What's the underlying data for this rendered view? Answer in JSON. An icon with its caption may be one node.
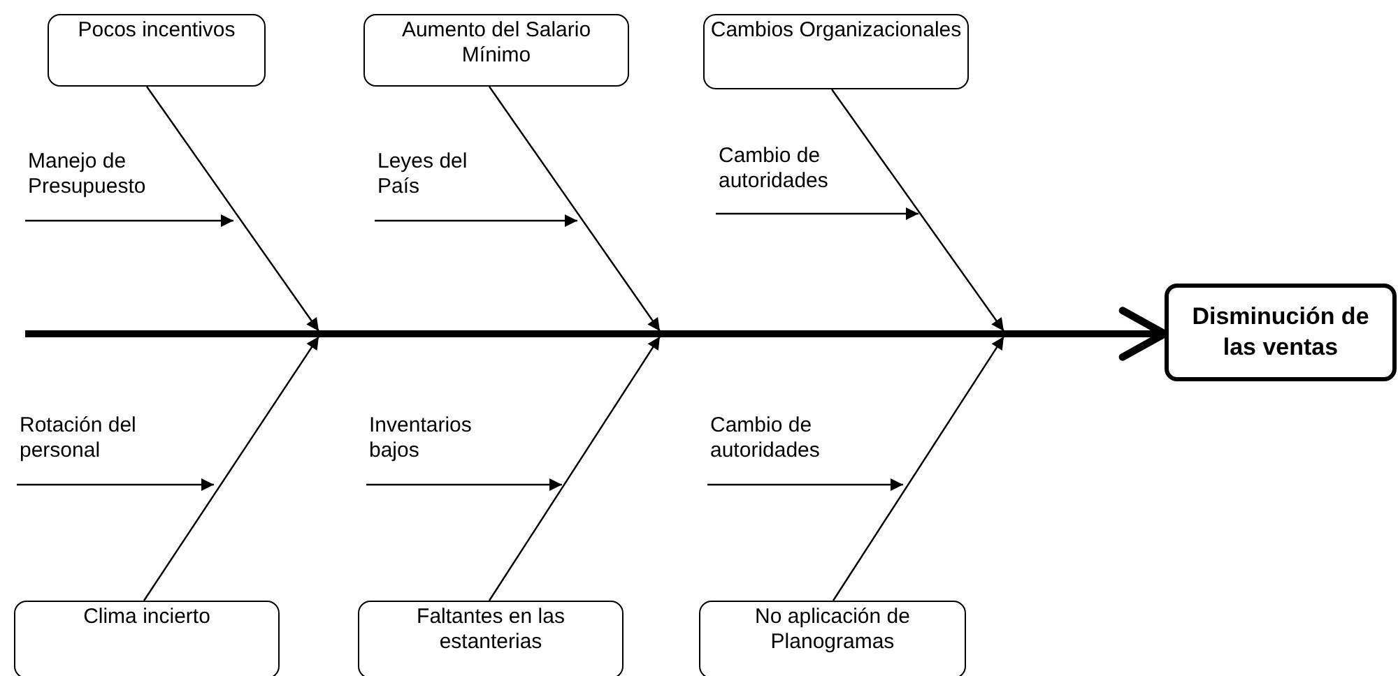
{
  "diagram": {
    "nodes": [
      {
        "text": [
          "Pocos incentivos"
        ]
      },
      {
        "text": [
          "Aumento del Salario Mínimo"
        ]
      },
      {
        "text": [
          "Cambios Organizacionales"
        ]
      },
      {
        "text": [
          "Disminución de las ventas"
        ]
      },
      {
        "text": [
          "Manejo de Presupuesto"
        ]
      },
      {
        "text": [
          "Leyes del País"
        ]
      },
      {
        "text": [
          "Cambio de autoridades"
        ]
      },
      {
        "text": [
          "Rotación del personal"
        ]
      },
      {
        "text": [
          "Inventarios bajos"
        ]
      },
      {
        "text": [
          "Cambio de autoridades"
        ]
      },
      {
        "text": [
          "Clima incierto"
        ]
      },
      {
        "text": [
          "Faltantes en las estanterias"
        ]
      },
      {
        "text": [
          "No aplicación de Planogramas"
        ]
      }
    ],
    "edges": [
      {
        "from": null,
        "to": 3,
        "arrow": "to",
        "style": "thick"
      },
      {
        "from": 0,
        "to": null,
        "arrow": "to"
      },
      {
        "from": 1,
        "to": null,
        "arrow": "to"
      },
      {
        "from": 2,
        "to": null,
        "arrow": "to"
      },
      {
        "from": 10,
        "to": null,
        "arrow": "to"
      },
      {
        "from": 11,
        "to": null,
        "arrow": "to"
      },
      {
        "from": 12,
        "to": null,
        "arrow": "to"
      },
      {
        "from": 4,
        "to": null,
        "arrow": "to"
      },
      {
        "from": 5,
        "to": null,
        "arrow": "to"
      },
      {
        "from": 6,
        "to": null,
        "arrow": "to"
      },
      {
        "from": 7,
        "to": null,
        "arrow": "to"
      },
      {
        "from": 8,
        "to": null,
        "arrow": "to"
      },
      {
        "from": 9,
        "to": null,
        "arrow": "to"
      }
    ]
  }
}
